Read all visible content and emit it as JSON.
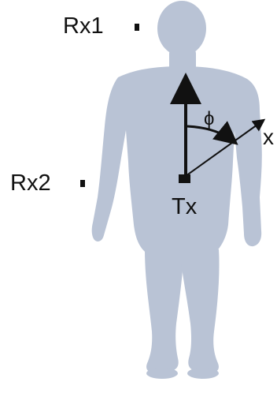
{
  "labels": {
    "rx1": "Rx1",
    "rx2": "Rx2",
    "tx": "Tx",
    "phi": "ϕ",
    "x": "x"
  },
  "colors": {
    "body_silhouette": "#b9c3d5",
    "ink": "#111111",
    "background": "#ffffff"
  }
}
